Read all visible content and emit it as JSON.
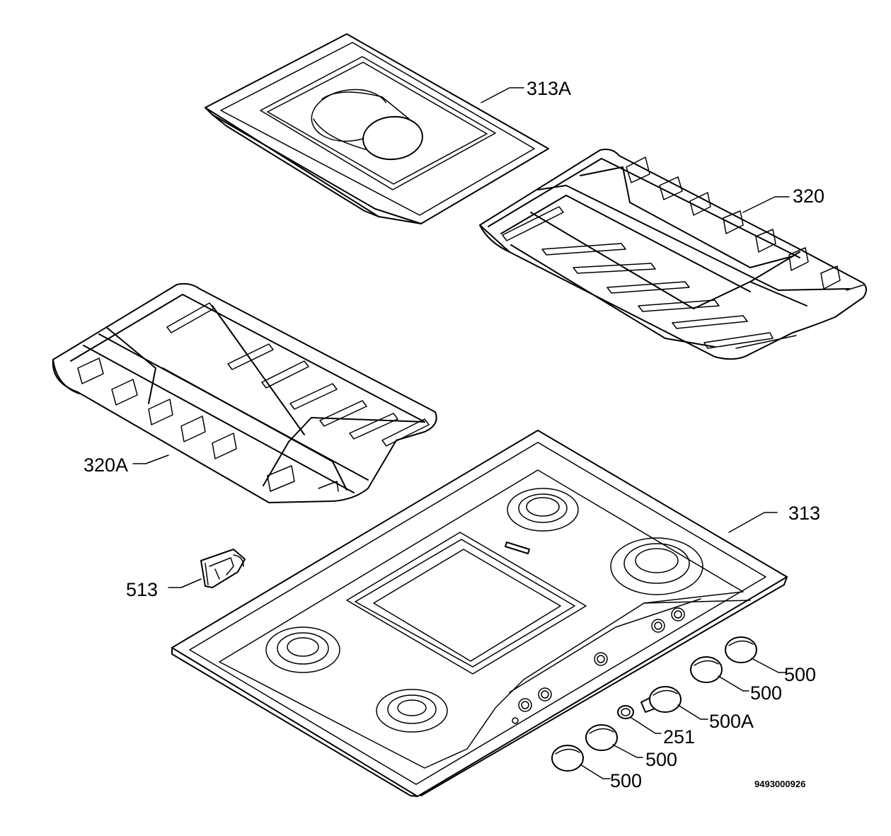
{
  "labels": {
    "griddle_plate": "313A",
    "pan_support_right": "320",
    "pan_support_left": "320A",
    "hob_top": "313",
    "clip": "513",
    "knob_1": "500",
    "knob_2": "500",
    "knob_special": "500A",
    "spacer_ring": "251",
    "knob_3": "500",
    "knob_4": "500"
  },
  "drawing_number": "9493000926"
}
